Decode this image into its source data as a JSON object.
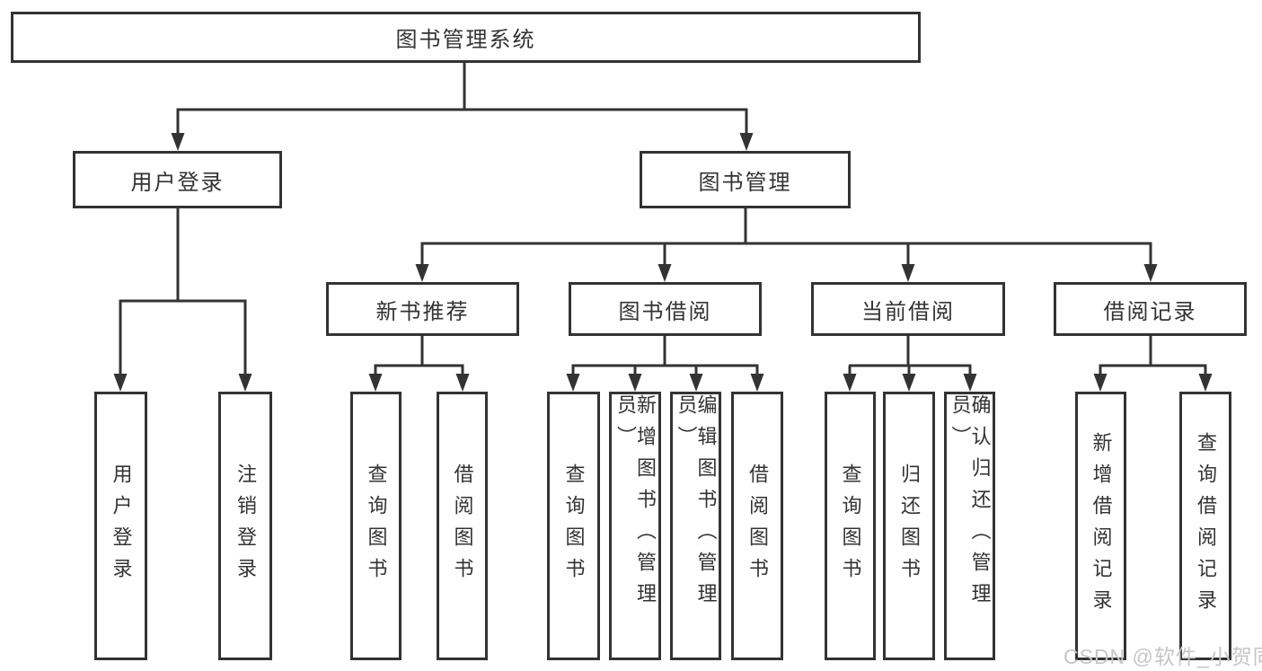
{
  "diagram": {
    "root": "图书管理系统",
    "branches": [
      {
        "label": "用户登录",
        "children": [
          "用户登录",
          "注销登录"
        ]
      },
      {
        "label": "图书管理",
        "children": [
          {
            "label": "新书推荐",
            "children": [
              "查询图书",
              "借阅图书"
            ]
          },
          {
            "label": "图书借阅",
            "children": [
              "查询图书",
              "新增图书（管理员）",
              "编辑图书（管理员）",
              "借阅图书"
            ]
          },
          {
            "label": "当前借阅",
            "children": [
              "查询图书",
              "归还图书",
              "确认归还（管理员）"
            ]
          },
          {
            "label": "借阅记录",
            "children": [
              "新增借阅记录",
              "查询借阅记录"
            ]
          }
        ]
      }
    ]
  },
  "watermark": {
    "text": "CSDN @软件_小贺同学"
  },
  "colors": {
    "line": "#333333",
    "text": "#333333",
    "box_fill": "#ffffff",
    "background": "#ffffff",
    "watermark": "#c6c6c6"
  }
}
